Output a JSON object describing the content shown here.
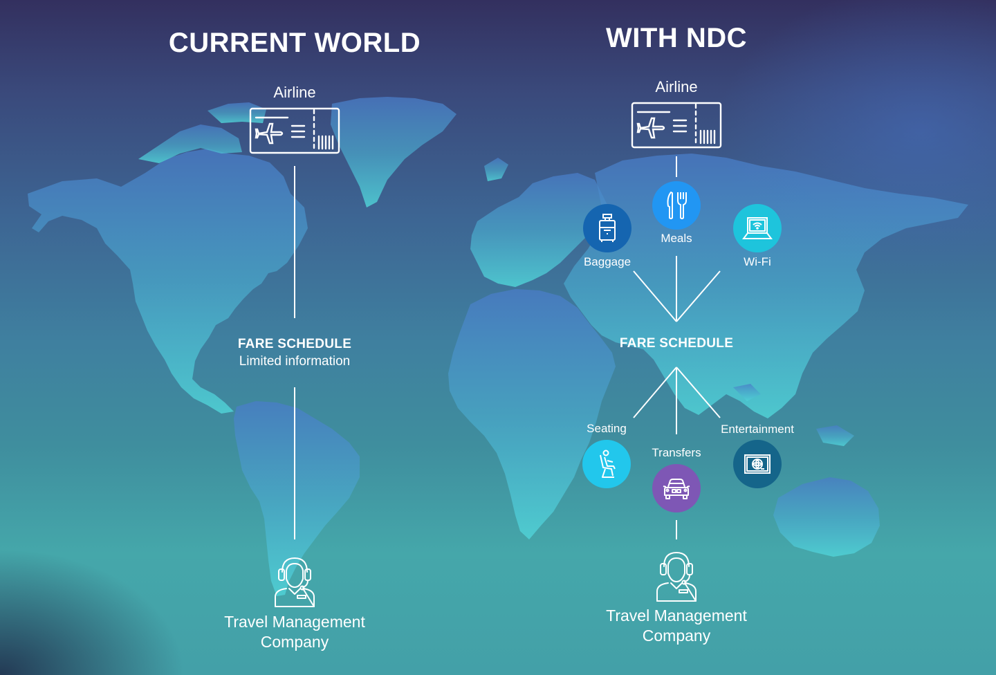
{
  "colors": {
    "baggage": "#1565b0",
    "meals": "#2196f3",
    "wifi": "#1ec4dc",
    "seating": "#22c7ec",
    "transfers": "#7e57b5",
    "entertainment": "#15658a",
    "line": "#ffffff"
  },
  "left": {
    "title": "CURRENT WORLD",
    "airline_label": "Airline",
    "ticket_icon": "boarding-pass-icon",
    "fare_schedule": "FARE SCHEDULE",
    "fare_subtitle": "Limited information",
    "agent_icon": "headset-agent-icon",
    "tmc_line1": "Travel Management",
    "tmc_line2": "Company"
  },
  "right": {
    "title": "WITH NDC",
    "airline_label": "Airline",
    "ticket_icon": "boarding-pass-icon",
    "fare_schedule": "FARE SCHEDULE",
    "upper_services": [
      {
        "label": "Baggage",
        "icon": "suitcase-icon"
      },
      {
        "label": "Meals",
        "icon": "knife-fork-icon"
      },
      {
        "label": "Wi-Fi",
        "icon": "laptop-wifi-icon"
      }
    ],
    "lower_services": [
      {
        "label": "Seating",
        "icon": "seat-icon"
      },
      {
        "label": "Transfers",
        "icon": "car-icon"
      },
      {
        "label": "Entertainment",
        "icon": "film-screen-icon"
      }
    ],
    "agent_icon": "headset-agent-icon",
    "tmc_line1": "Travel Management",
    "tmc_line2": "Company"
  }
}
